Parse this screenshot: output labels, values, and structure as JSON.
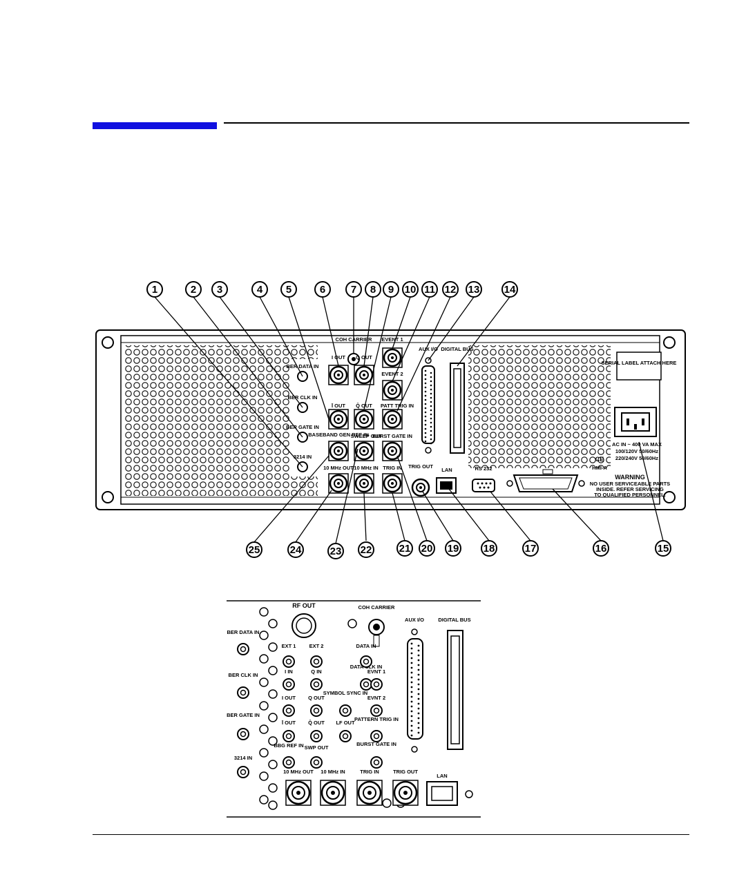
{
  "figure": {
    "rear_panel": {
      "callouts": [
        "1",
        "2",
        "3",
        "4",
        "5",
        "6",
        "7",
        "8",
        "9",
        "10",
        "11",
        "12",
        "13",
        "14",
        "15",
        "16",
        "17",
        "18",
        "19",
        "20",
        "21",
        "22",
        "23",
        "24",
        "25"
      ],
      "labels": {
        "coh_carrier": "COH CARRIER",
        "i_out": "I OUT",
        "q_out": "Q OUT",
        "event1": "EVENT 1",
        "event2": "EVENT 2",
        "aux_io": "AUX I/O",
        "digital_bus": "DIGITAL BUS",
        "serial_label": "SERIAL LABEL ATTACH HERE",
        "ibar_out": "Ī OUT",
        "qbar_out": "Q̄ OUT",
        "patt_trig": "PATT TRIG IN",
        "baseband_gen": "BASEBAND GEN REF IN",
        "sweep_out": "SWEEP OUT",
        "burst_gate": "BURST GATE IN",
        "ten_mhz_out": "10 MHz OUT",
        "ten_mhz_in": "10 MHz IN",
        "trig_in": "TRIG IN",
        "trig_out": "TRIG OUT",
        "lan": "LAN",
        "rs232": "RS 232",
        "warning": "WARNING",
        "hmi": "HMI-A",
        "ber_data": "BER DATA IN",
        "ber_clk": "BER CLK IN",
        "ber_gate": "BER GATE IN",
        "in3214": "3214 IN",
        "ce": "CE",
        "power_rating_1": "AC IN ~ 400 VA MAX",
        "power_rating_2": "100/120V 50/60Hz",
        "power_rating_3": "220/240V 50/60Hz",
        "warning_text_1": "NO USER SERVICEABLE PARTS",
        "warning_text_2": "INSIDE. REFER SERVICING",
        "warning_text_3": "TO QUALIFIED PERSONNEL."
      }
    },
    "detail_panel": {
      "labels": {
        "rf_out": "RF OUT",
        "coh_carrier": "COH CARRIER",
        "aux_io": "AUX I/O",
        "digital_bus": "DIGITAL BUS",
        "ber_data_in": "BER DATA IN",
        "ber_clk_in": "BER CLK IN",
        "ber_gate_in": "BER GATE IN",
        "in_3214": "3214 IN",
        "ext1": "EXT 1",
        "ext2": "EXT 2",
        "data_in": "DATA IN",
        "i_in": "I IN",
        "q_in": "Q IN",
        "data_clk_in": "DATA CLK IN",
        "evnt1": "EVNT 1",
        "i_out": "I OUT",
        "q_out": "Q OUT",
        "symbol_sync_in": "SYMBOL SYNC IN",
        "evnt2": "EVNT 2",
        "ibar_out": "Ī OUT",
        "qbar_out": "Q̄ OUT",
        "lf_out": "LF OUT",
        "pattern_trig_in": "PATTERN TRIG IN",
        "bbg_ref_in": "BBG REF IN",
        "swp_out": "SWP OUT",
        "burst_gate_in": "BURST GATE IN",
        "ten_mhz_out": "10 MHz OUT",
        "ten_mhz_in": "10 MHz IN",
        "trig_in": "TRIG IN",
        "trig_out": "TRIG OUT",
        "lan": "LAN"
      }
    }
  }
}
